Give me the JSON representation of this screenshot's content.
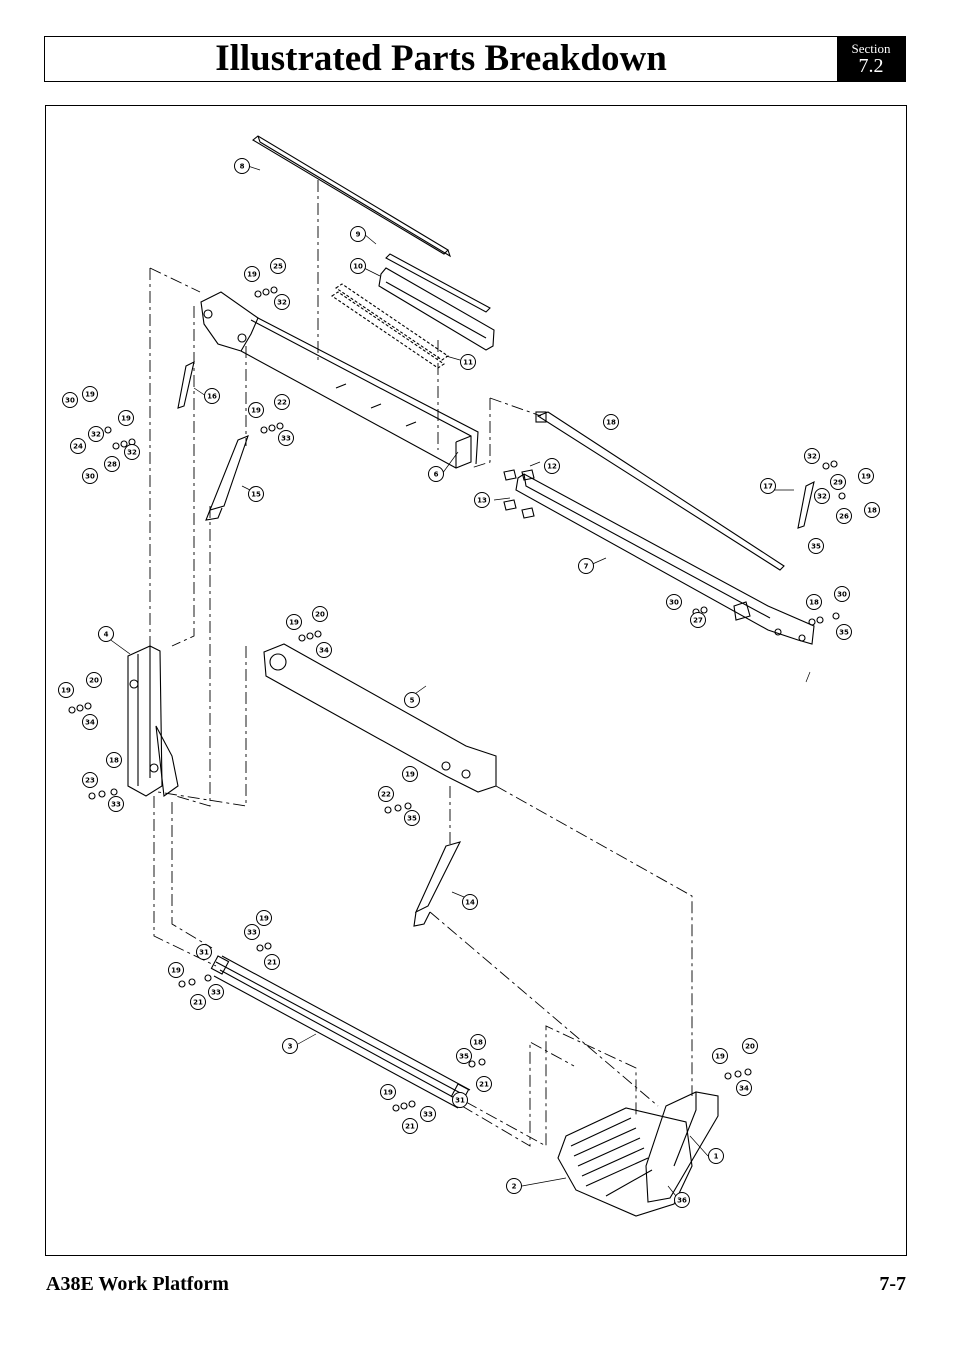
{
  "header": {
    "title": "Illustrated Parts Breakdown",
    "section_label": "Section",
    "section_number": "7.2"
  },
  "footer": {
    "left": "A38E Work Platform",
    "right": "7-7"
  },
  "callouts": [
    "1",
    "2",
    "3",
    "4",
    "5",
    "6",
    "7",
    "8",
    "9",
    "10",
    "11",
    "12",
    "13",
    "14",
    "15",
    "16",
    "17",
    "18",
    "19",
    "20",
    "21",
    "22",
    "23",
    "24",
    "25",
    "26",
    "27",
    "28",
    "29",
    "30",
    "31",
    "32",
    "33",
    "34",
    "35",
    "36"
  ]
}
